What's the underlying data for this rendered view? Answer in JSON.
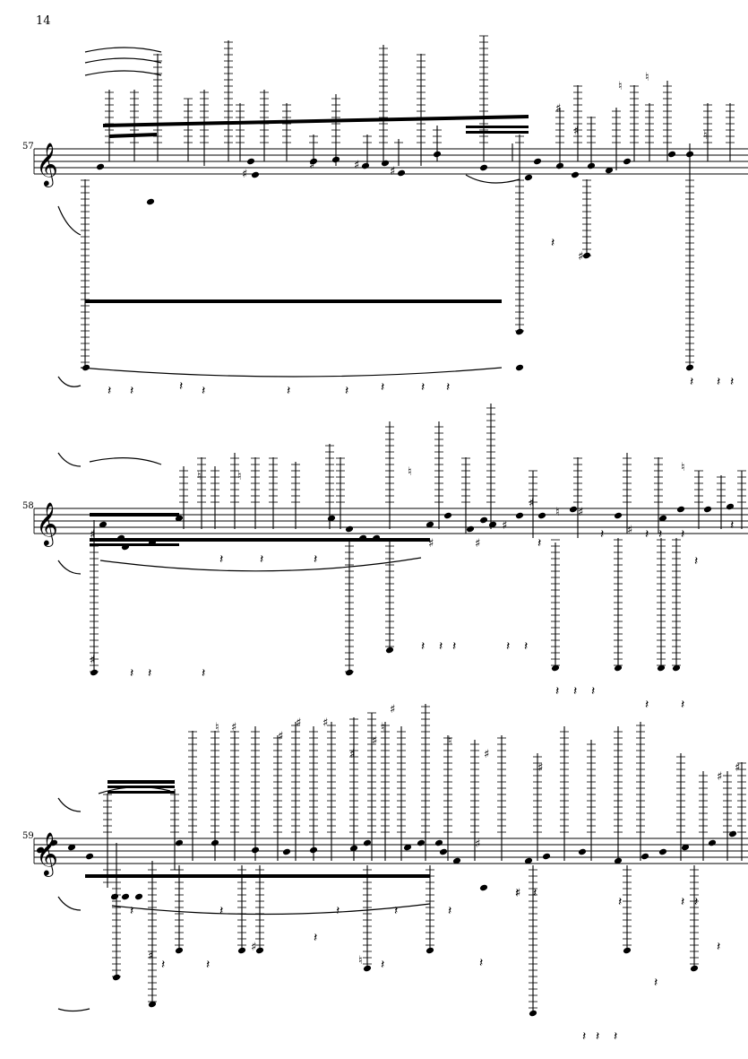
{
  "page": {
    "page_number": "14"
  },
  "systems": [
    {
      "measure_number": "57"
    },
    {
      "measure_number": "58"
    },
    {
      "measure_number": "59"
    }
  ],
  "glyphs": {
    "treble_clef": "𝄞",
    "sharp": "♯",
    "natural": "♮",
    "rest": "𝄽",
    "eighth_rest": "𝄾"
  },
  "colors": {
    "ink": "#000000",
    "paper": "#ffffff"
  }
}
